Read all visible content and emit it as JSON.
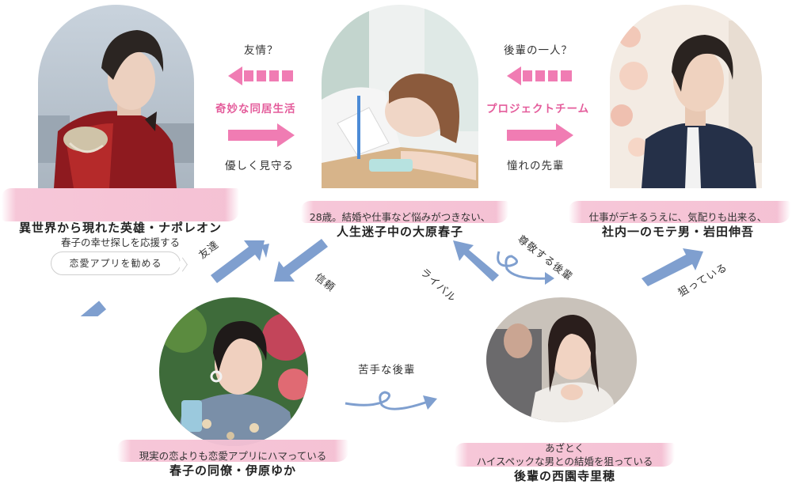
{
  "characters": {
    "napoleon": {
      "sub": "",
      "main": "異世界から現れた英雄・ナポレオン",
      "sub2": "春子の幸せ探しを応援する"
    },
    "haruko": {
      "sub": "28歳。結婚や仕事など悩みがつきない、",
      "main": "人生迷子中の大原春子"
    },
    "iwata": {
      "sub": "仕事がデキるうえに、気配りも出来る、",
      "main": "社内一のモテ男・岩田伸吾"
    },
    "ihara": {
      "sub": "現実の恋よりも恋愛アプリにハマっている",
      "main": "春子の同僚・伊原ゆか"
    },
    "saionji": {
      "sub1": "あざとく",
      "sub2": "ハイスペックな男との結婚を狙っている",
      "main": "後輩の西園寺里穂"
    }
  },
  "relations": {
    "yuujou": "友情？",
    "kimyou": "奇妙な同居生活",
    "yasashiku": "優しく見守る",
    "kouhai_hitori": "後輩の一人？",
    "project": "プロジェクトチーム",
    "akogare": "憧れの先輩",
    "tomodachi": "友達",
    "shinrai": "信頼",
    "rival": "ライバル",
    "sonkei": "尊敬する後輩",
    "neratte": "狙っている",
    "nigate": "苦手な後輩",
    "bubble": "恋愛アプリを勧める"
  },
  "colors": {
    "pink_arrow": "#f07cb3",
    "blue_arrow": "#7f9fcf",
    "pink_text": "#e45c9b",
    "brush": "#f6c4d6"
  }
}
